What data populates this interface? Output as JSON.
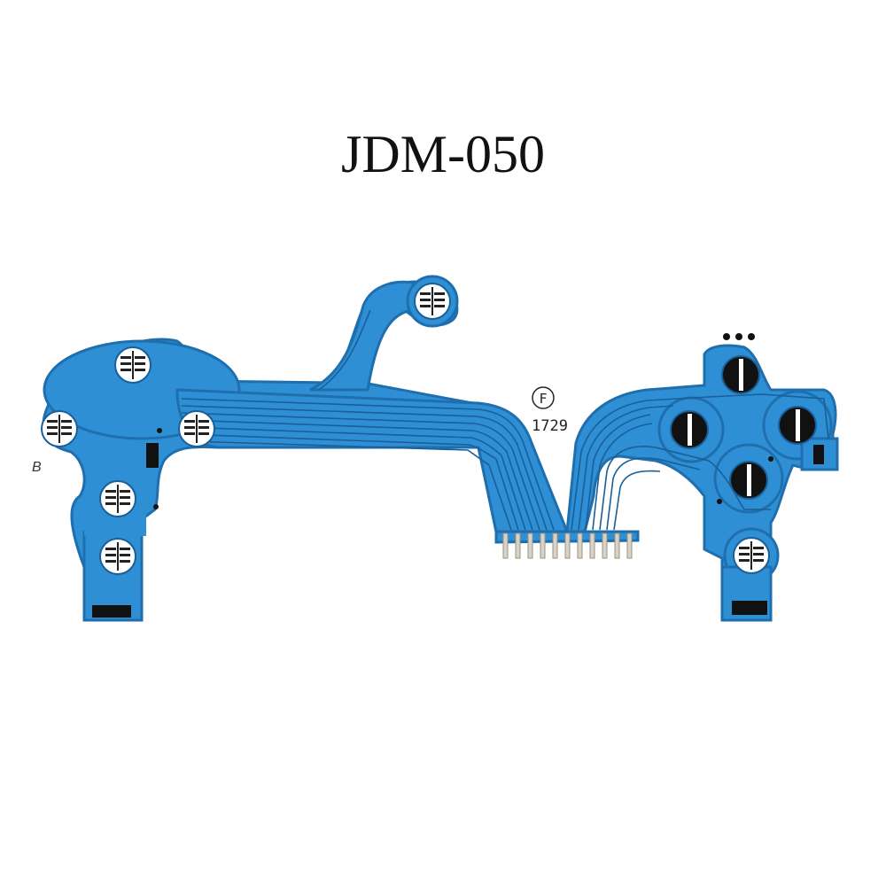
{
  "title": "JDM-050",
  "board": {
    "label_left": "B",
    "label_date": "1729",
    "logo_text": "F"
  },
  "colors": {
    "film": "#2f8fd4",
    "film_edge": "#1f6fae",
    "trace": "#1a5f97",
    "contact_pad": "#ffffff",
    "carbon_dot": "#111111",
    "pin": "#d9d2c6"
  }
}
